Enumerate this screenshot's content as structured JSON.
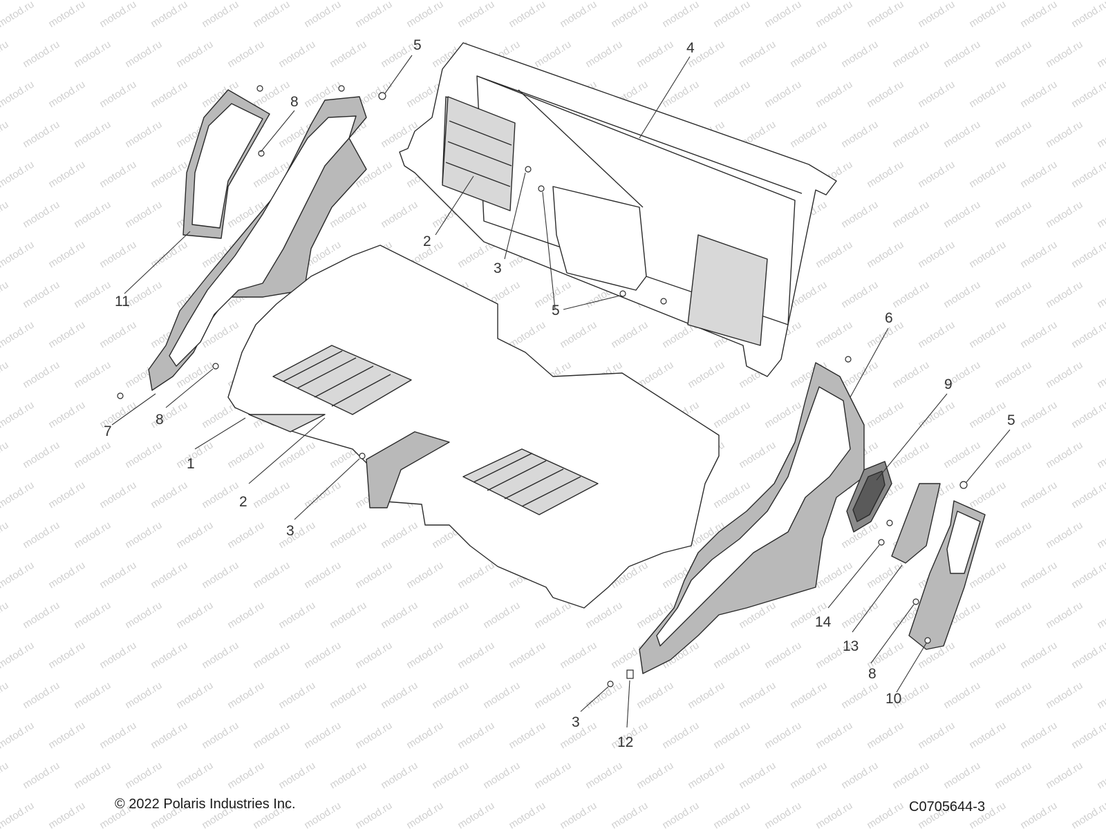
{
  "diagram": {
    "watermark_text": "motod.ru",
    "callouts": [
      {
        "id": "c-5-top",
        "label": "5"
      },
      {
        "id": "c-4",
        "label": "4"
      },
      {
        "id": "c-8-top",
        "label": "8"
      },
      {
        "id": "c-2-mid",
        "label": "2"
      },
      {
        "id": "c-3-mid",
        "label": "3"
      },
      {
        "id": "c-5-mid",
        "label": "5"
      },
      {
        "id": "c-11",
        "label": "11"
      },
      {
        "id": "c-6",
        "label": "6"
      },
      {
        "id": "c-9",
        "label": "9"
      },
      {
        "id": "c-5-right",
        "label": "5"
      },
      {
        "id": "c-7",
        "label": "7"
      },
      {
        "id": "c-8-left",
        "label": "8"
      },
      {
        "id": "c-1",
        "label": "1"
      },
      {
        "id": "c-2-low",
        "label": "2"
      },
      {
        "id": "c-3-low",
        "label": "3"
      },
      {
        "id": "c-14",
        "label": "14"
      },
      {
        "id": "c-13",
        "label": "13"
      },
      {
        "id": "c-8-right",
        "label": "8"
      },
      {
        "id": "c-10",
        "label": "10"
      },
      {
        "id": "c-3-bottom",
        "label": "3"
      },
      {
        "id": "c-12",
        "label": "12"
      }
    ]
  },
  "footer": {
    "copyright": "© 2022 Polaris Industries Inc.",
    "drawing_number": "C0705644-3"
  }
}
